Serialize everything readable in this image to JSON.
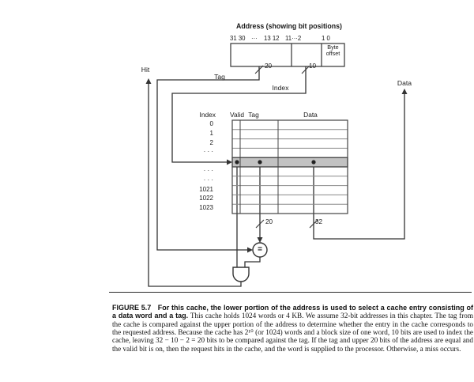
{
  "diagram": {
    "address": {
      "title": "Address (showing bit positions)",
      "bit_labels": [
        "31 30",
        "···",
        "13 12",
        "11···2",
        "1 0"
      ],
      "byte_offset_label": "Byte offset",
      "tag_bus_width": "20",
      "index_bus_width": "10"
    },
    "signals": {
      "hit": "Hit",
      "tag": "Tag",
      "index": "Index",
      "data": "Data"
    },
    "cache_table": {
      "headers": {
        "index": "Index",
        "valid": "Valid",
        "tag": "Tag",
        "data": "Data"
      },
      "row_labels": [
        "0",
        "1",
        "2",
        "· · ·",
        "",
        "· · ·",
        "· · ·",
        "1021",
        "1022",
        "1023"
      ],
      "selected_row_index": 4,
      "highlight_color": "#c2c2c2",
      "tag_bus_width": "20",
      "data_bus_width": "32"
    },
    "comparator_symbol": "="
  },
  "caption": {
    "lead_bold": "FIGURE 5.7   For this cache, the lower portion of the address is used to select a cache entry consisting of a data word and a tag. ",
    "body": "This cache holds 1024 words or 4 KB. We assume 32-bit addresses in this chapter. The tag from the cache is compared against the upper portion of the address to determine whether the entry in the cache corresponds to the requested address. Because the cache has 2¹⁰ (or 1024) words and a block size of one word, 10 bits are used to index the cache, leaving 32 − 10 − 2 = 20 bits to be compared against the tag. If the tag and upper 20 bits of the address are equal and the valid bit is on, then the request hits in the cache, and the word is supplied to the processor. Otherwise, a miss occurs."
  }
}
